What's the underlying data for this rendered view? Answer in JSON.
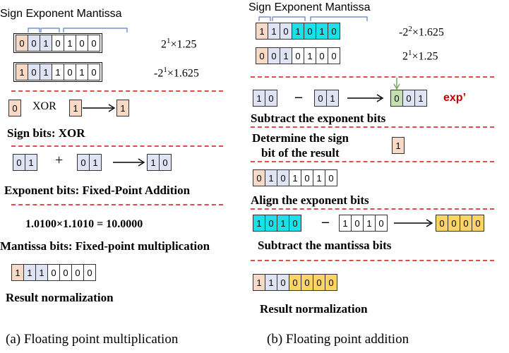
{
  "header": {
    "labels": "Sign Exponent Mantissa"
  },
  "left": {
    "row1": {
      "bits": [
        "0",
        "0",
        "1",
        "0",
        "1",
        "0",
        "0"
      ],
      "value_base": "2",
      "value_exp": "1",
      "value_rest": "×1.25"
    },
    "row2": {
      "bits": [
        "1",
        "0",
        "1",
        "1",
        "0",
        "1",
        "0"
      ],
      "value_base": "-2",
      "value_exp": "1",
      "value_rest": "×1.625"
    },
    "xor": {
      "a": "0",
      "op": "XOR",
      "b": "1",
      "result": "1"
    },
    "sign_title": "Sign bits: XOR",
    "add": {
      "a": [
        "0",
        "1"
      ],
      "op": "+",
      "b": [
        "0",
        "1"
      ],
      "result": [
        "1",
        "0"
      ]
    },
    "exponent_title": "Exponent bits: Fixed-Point Addition",
    "equation": "1.0100×1.1010 = 10.0000",
    "mantissa_title": "Mantissa bits: Fixed-point multiplication",
    "result_bits": [
      "1",
      "1",
      "1",
      "0",
      "0",
      "0",
      "0"
    ],
    "result_title": "Result normalization",
    "caption": "(a) Floating point multiplication"
  },
  "right": {
    "row1": {
      "bits": [
        "1",
        "1",
        "0",
        "1",
        "0",
        "1",
        "0"
      ],
      "value_base": "-2",
      "value_exp": "2",
      "value_rest": "×1.625"
    },
    "row2": {
      "bits": [
        "0",
        "0",
        "1",
        "0",
        "1",
        "0",
        "0"
      ],
      "value_base": "2",
      "value_exp": "1",
      "value_rest": "×1.25"
    },
    "sub": {
      "a": [
        "1",
        "0"
      ],
      "op": "–",
      "b": [
        "0",
        "1"
      ],
      "result": [
        "0",
        "0",
        "1"
      ],
      "exp_label": "exp’"
    },
    "subtract_title": "Subtract the exponent bits",
    "sign_title_1": "Determine the sign",
    "sign_title_2": "bit of the result",
    "sign_bit": "1",
    "align_bits": [
      "0",
      "1",
      "0",
      "1",
      "0",
      "1",
      "0"
    ],
    "align_title": "Align the exponent bits",
    "mant": {
      "a": [
        "1",
        "0",
        "1",
        "0"
      ],
      "op": "–",
      "b": [
        "1",
        "0",
        "1",
        "0"
      ],
      "result": [
        "0",
        "0",
        "0",
        "0"
      ]
    },
    "mant_title": "Subtract the mantissa bits",
    "result_bits": [
      "1",
      "1",
      "0",
      "0",
      "0",
      "0",
      "0"
    ],
    "result_title": "Result normalization",
    "caption": "(b) Floating point addition"
  }
}
